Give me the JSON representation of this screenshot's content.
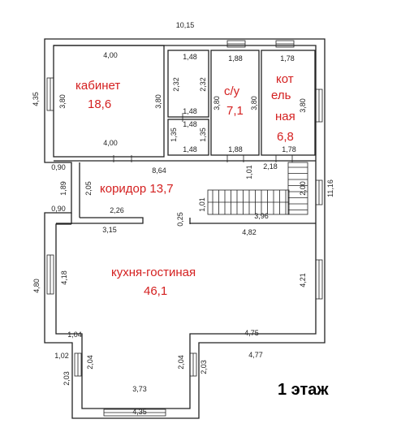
{
  "title": "1 этаж",
  "rooms": {
    "kabinet": {
      "name": "кабинет",
      "area": "18,6"
    },
    "su": {
      "name": "с/у",
      "area": "7,1"
    },
    "kotel_1": "кот",
    "kotel_2": "ель",
    "kotel_3": "ная",
    "kotel_area": "6,8",
    "koridor": "коридор 13,7",
    "kuhnya": {
      "name": "кухня-гостиная",
      "area": "46,1"
    }
  },
  "dims": {
    "top_total": "10,15",
    "left_top": "4,35",
    "kab_w_top": "4,00",
    "kab_h": "3,80",
    "kab_h_r": "3,80",
    "kab_w_bot": "4,00",
    "s1_w_top": "1,48",
    "s1_h": "2,32",
    "s1_h_r": "2,32",
    "s1_w_bot": "1,48",
    "s2_w_top": "1,48",
    "s2_h": "1,35",
    "s2_h_r": "1,35",
    "s2_w_bot": "1,48",
    "su_w_top": "1,88",
    "su_h": "3,80",
    "su_h_r": "3,80",
    "su_w_bot": "1,88",
    "kot_w_top": "1,78",
    "kot_h": "3,80",
    "kot_w_bot": "1,78",
    "cor_w": "8,64",
    "cor_left_a": "0,90",
    "cor_left_b": "1,89",
    "cor_left_c": "0,90",
    "cor_h": "2,05",
    "stair_a": "1,01",
    "stair_b": "1,01",
    "stair_c": "2,18",
    "stair_d": "2,00",
    "right_total": "11,16",
    "cor_wall": "2,26",
    "kit_top_l": "3,15",
    "kit_gap": "0,25",
    "stair_bot": "3,96",
    "kit_top_r": "4,82",
    "kit_left": "4,80",
    "kit_left_in": "4,18",
    "kit_right_in": "4,21",
    "kit_step_l": "1,04",
    "kit_step_r": "4,75",
    "out_step_l": "1,02",
    "out_step_r": "4,77",
    "ext_l_h": "2,04",
    "ext_l_h2": "2,03",
    "ext_r_h": "2,04",
    "ext_r_h2": "2,03",
    "ext_w_in": "3,73",
    "ext_w_out": "4,35"
  }
}
